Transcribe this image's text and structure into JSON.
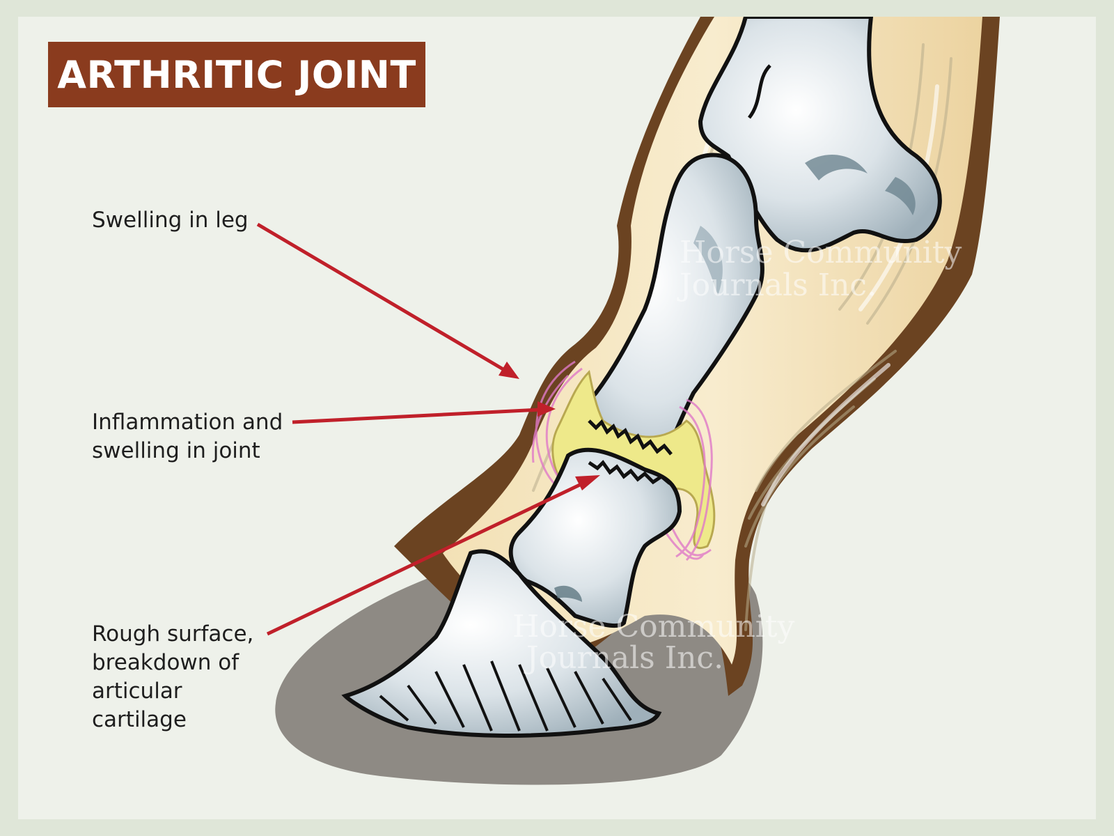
{
  "title": "ARTHRITIC JOINT",
  "callouts": {
    "swelling_leg": {
      "lines": [
        "Swelling in leg"
      ]
    },
    "inflammation_joint": {
      "lines": [
        "Inflammation and",
        "swelling in joint"
      ]
    },
    "rough_surface": {
      "lines": [
        "Rough surface,",
        "breakdown of",
        "articular",
        "cartilage"
      ]
    }
  },
  "watermark": {
    "line1": "Horse Community",
    "line2": "Journals Inc.",
    "line3": "Horse Community",
    "line4": "Journals Inc."
  },
  "colors": {
    "frame": "#dfe6d8",
    "panel": "#eef1ea",
    "title_bg": "#8a3b1e",
    "arrow": "#c0202a",
    "skin": "#6b4321",
    "tendon": "#edd6a6",
    "bone": "#d4dde3",
    "joint_fluid": "#eee98a",
    "inflammation": "#e07ac8",
    "hoof_shadow": "#8e8a84"
  }
}
